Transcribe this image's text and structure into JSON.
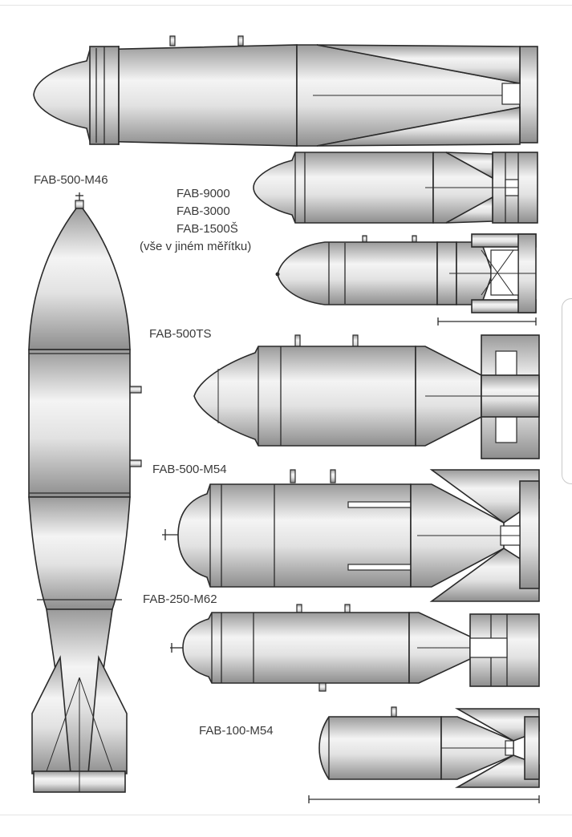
{
  "labels": {
    "fab500m46": "FAB-500-M46",
    "fab9000": "FAB-9000",
    "fab3000": "FAB-3000",
    "fab1500": "FAB-1500Š",
    "scale_note": "(vše v jiném měřítku)",
    "fab500ts": "FAB-500TS",
    "fab500m54": "FAB-500-M54",
    "fab250m62": "FAB-250-M62",
    "fab100m54": "FAB-100-M54"
  }
}
